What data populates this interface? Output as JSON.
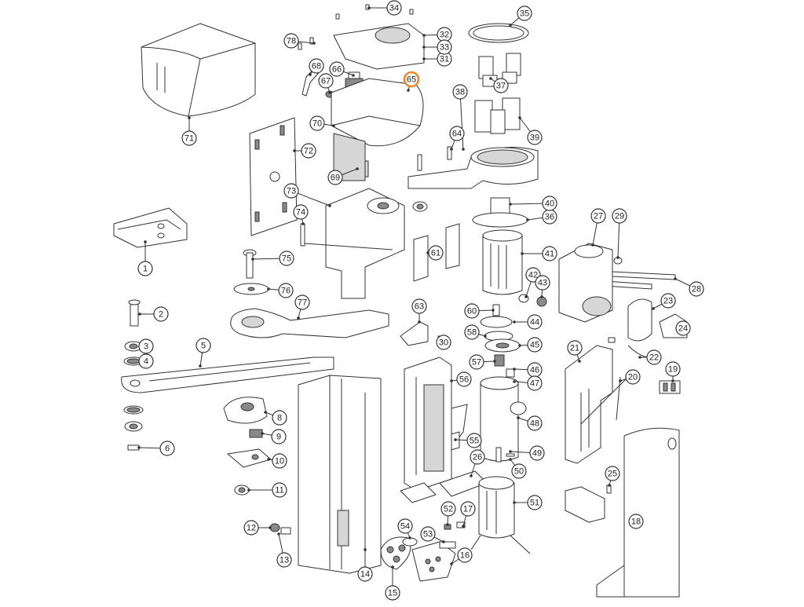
{
  "highlight_color": "#e8892b",
  "line_color": "#333333",
  "highlighted_callout": "65",
  "callouts": [
    "1",
    "2",
    "3",
    "4",
    "5",
    "6",
    "8",
    "9",
    "10",
    "11",
    "12",
    "13",
    "14",
    "15",
    "16",
    "17",
    "18",
    "19",
    "20",
    "21",
    "22",
    "23",
    "24",
    "25",
    "26",
    "27",
    "28",
    "29",
    "30",
    "31",
    "32",
    "33",
    "34",
    "35",
    "36",
    "37",
    "38",
    "39",
    "40",
    "41",
    "42",
    "43",
    "44",
    "45",
    "46",
    "47",
    "48",
    "49",
    "50",
    "51",
    "52",
    "53",
    "54",
    "55",
    "56",
    "57",
    "58",
    "60",
    "61",
    "63",
    "64",
    "65",
    "66",
    "67",
    "68",
    "69",
    "70",
    "71",
    "72",
    "73",
    "74",
    "75",
    "76",
    "77",
    "78"
  ]
}
